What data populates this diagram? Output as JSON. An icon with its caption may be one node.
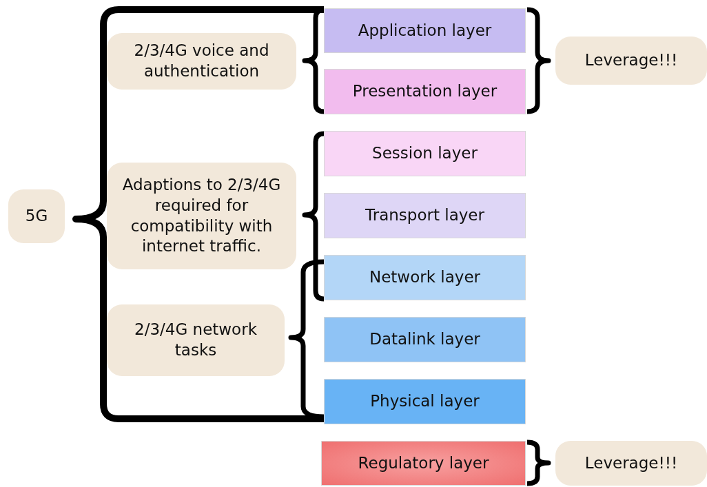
{
  "diagram": {
    "nodes": [
      {
        "text": [
          "5G"
        ]
      },
      {
        "text": [
          "2/3/4G voice and authentication"
        ]
      },
      {
        "text": [
          "Adaptions to 2/3/4G required for compatibility with internet traffic."
        ]
      },
      {
        "text": [
          "2/3/4G network tasks"
        ]
      },
      {
        "text": [
          "Application layer"
        ]
      },
      {
        "text": [
          "Presentation layer"
        ]
      },
      {
        "text": [
          "Session layer"
        ]
      },
      {
        "text": [
          "Transport layer"
        ]
      },
      {
        "text": [
          "Network layer"
        ]
      },
      {
        "text": [
          "Datalink layer"
        ]
      },
      {
        "text": [
          "Physical layer"
        ]
      },
      {
        "text": [
          "Regulatory layer"
        ]
      },
      {
        "text": [
          "Leverage!!!"
        ]
      },
      {
        "text": [
          "Leverage!!!"
        ]
      }
    ],
    "edges": []
  }
}
